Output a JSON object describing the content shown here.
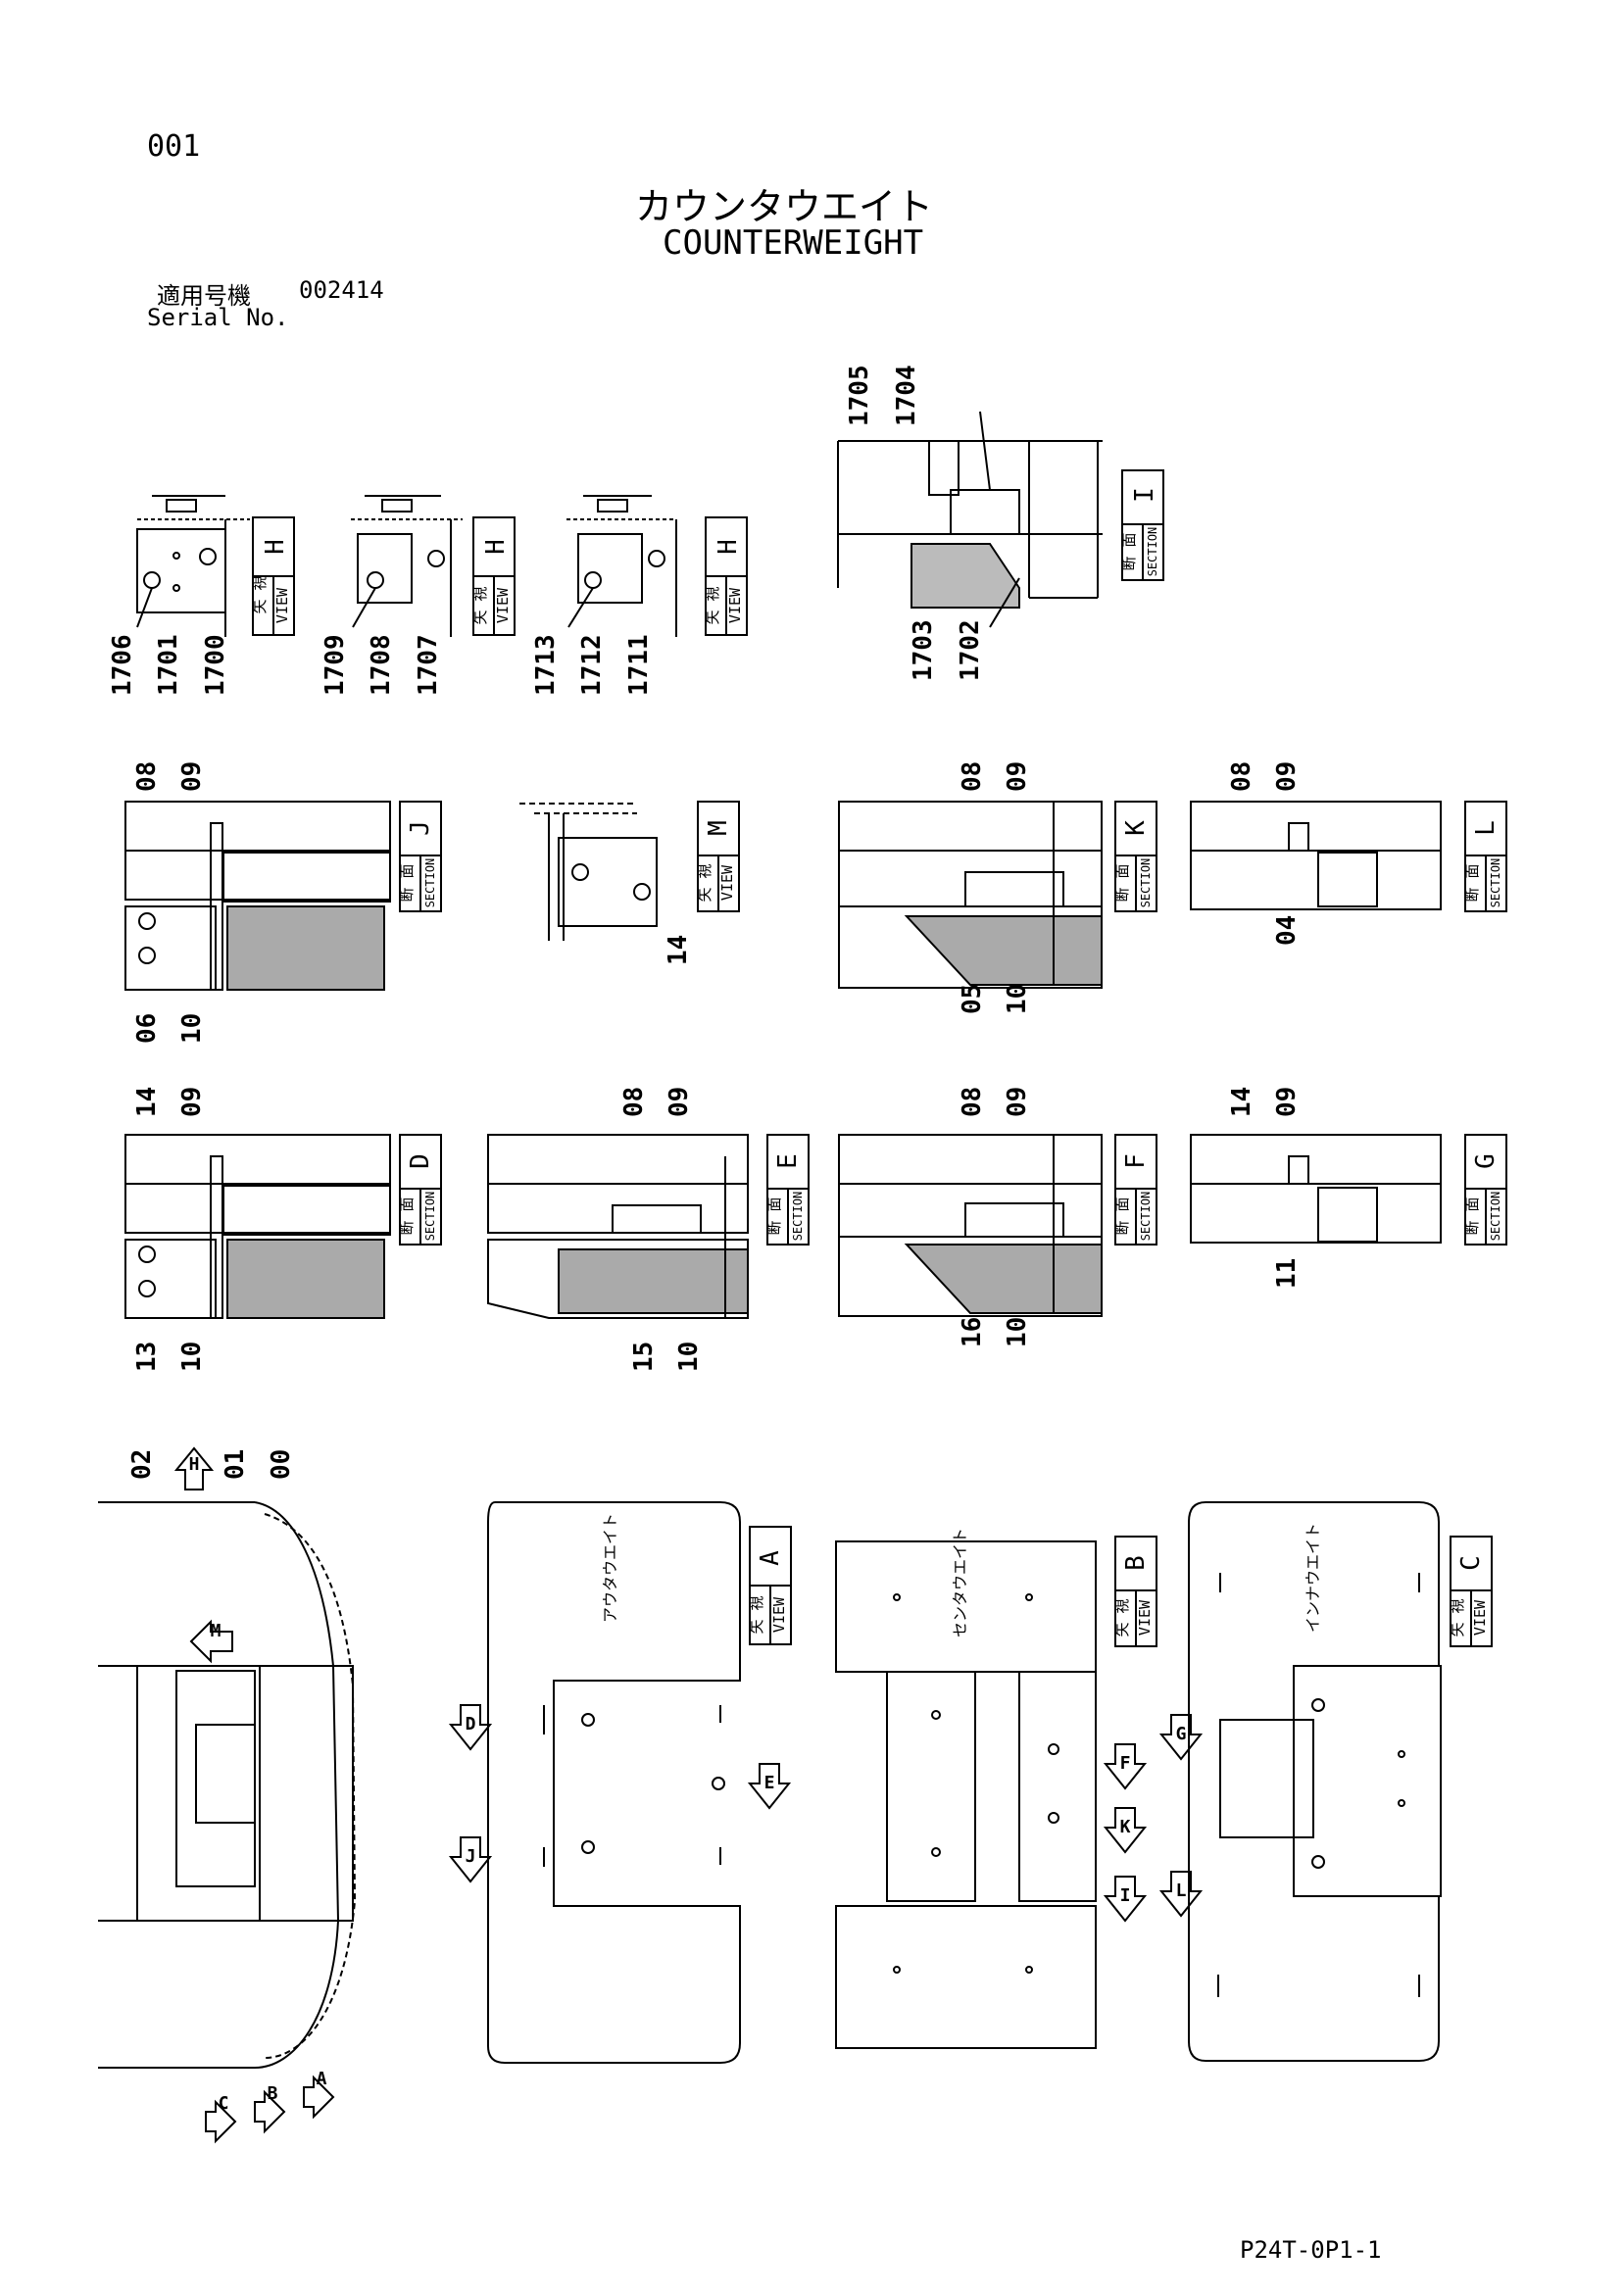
{
  "page_number": "001",
  "title_jp": "カウンタウエイト",
  "title_en": "COUNTERWEIGHT",
  "serial": {
    "label_jp": "適用号機",
    "value": "002414",
    "label_en": "Serial No."
  },
  "footer_code": "P24T-0P1-1",
  "labels": {
    "view_jp": "矢 視",
    "view_en": "VIEW",
    "section_jp": "断 面",
    "section_en": "SECTION"
  },
  "views": [
    "H",
    "H",
    "H",
    "M",
    "A",
    "B",
    "C"
  ],
  "sections": [
    "I",
    "J",
    "K",
    "L",
    "D",
    "E",
    "F",
    "G"
  ],
  "weight_names": {
    "outer": "アウタウエイト",
    "center": "センタウエイト",
    "inner": "インナウエイト"
  },
  "part_refs": {
    "h1": [
      "1706",
      "1701",
      "1700"
    ],
    "h2": [
      "1709",
      "1708",
      "1707"
    ],
    "h3": [
      "1713",
      "1712",
      "1711"
    ],
    "i_top": [
      "1705",
      "1704"
    ],
    "i_bottom": [
      "1703",
      "1702"
    ],
    "j_top": [
      "08",
      "09"
    ],
    "j_bottom": [
      "06",
      "10"
    ],
    "m": [
      "14"
    ],
    "k_top": [
      "08",
      "09"
    ],
    "k_bottom": [
      "05",
      "10"
    ],
    "l_top": [
      "08",
      "09"
    ],
    "l_bottom": [
      "04"
    ],
    "d_top": [
      "14",
      "09"
    ],
    "d_bottom": [
      "13",
      "10"
    ],
    "e_top": [
      "08",
      "09"
    ],
    "e_bottom": [
      "15",
      "10"
    ],
    "f_top": [
      "08",
      "09"
    ],
    "f_bottom": [
      "16",
      "10"
    ],
    "g_top": [
      "14",
      "09"
    ],
    "g_bottom": [
      "11"
    ],
    "overview": [
      "02",
      "01",
      "00"
    ]
  },
  "arrow_letters": [
    "H",
    "M",
    "C",
    "B",
    "A",
    "D",
    "J",
    "E",
    "G",
    "F",
    "K",
    "I",
    "L"
  ]
}
